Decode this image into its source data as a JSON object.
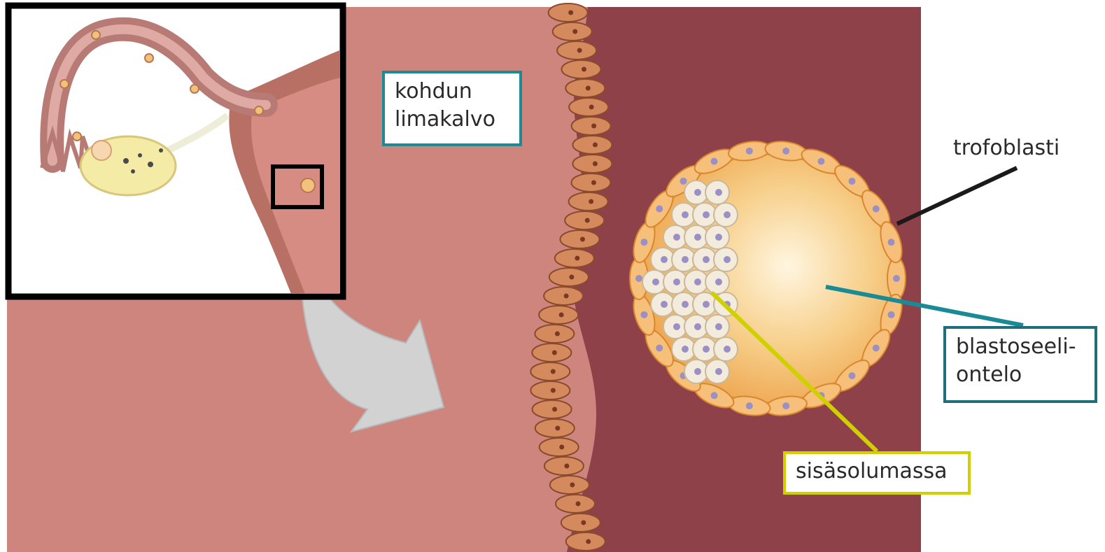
{
  "labels": {
    "endometrium": "kohdun\nlimakalvo",
    "trophoblast": "trofoblasti",
    "blastocoel": "blastoseeli-\nontelo",
    "inner_cell_mass": "sisäsolumassa"
  },
  "colors": {
    "tissue_light": "#cd857e",
    "tissue_dark": "#8f414a",
    "epithelium_cell": "#d48a5c",
    "blastocyst_fill": "#f2b260",
    "blastocyst_rim": "#e89a3d",
    "icm_cell": "#f3ecdc",
    "nucleus": "#9b8fc4",
    "arrow": "#d2d2d2",
    "line_trophoblast": "#1a1a1a",
    "line_blastocoel": "#1a8a96",
    "line_icm": "#cfd000",
    "ovary": "#f3eba6",
    "tube": "#c88b86"
  },
  "icons": {
    "arrow": "curved-arrow-icon"
  }
}
